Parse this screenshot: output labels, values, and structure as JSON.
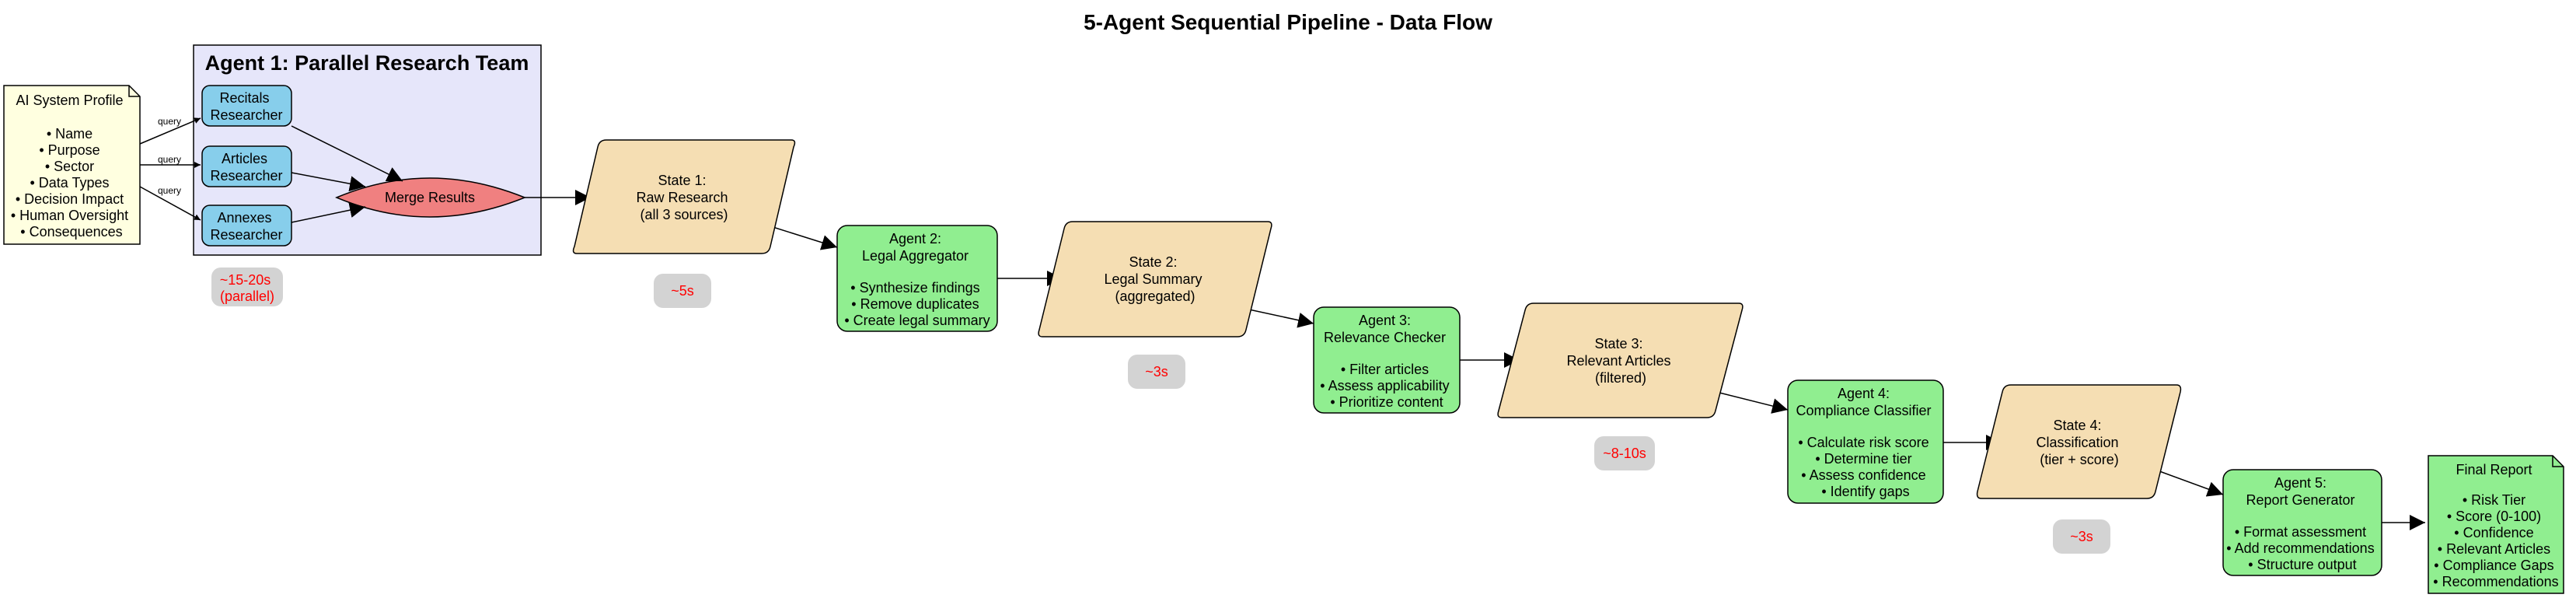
{
  "title": "5-Agent Sequential Pipeline - Data Flow",
  "cluster_title": "Agent 1: Parallel Research Team",
  "input_note": {
    "title": "AI System Profile",
    "items": [
      "• Name",
      "• Purpose",
      "• Sector",
      "• Data Types",
      "• Decision Impact",
      "• Human Oversight",
      "• Consequences"
    ]
  },
  "researchers": [
    {
      "line1": "Recitals",
      "line2": "Researcher"
    },
    {
      "line1": "Articles",
      "line2": "Researcher"
    },
    {
      "line1": "Annexes",
      "line2": "Researcher"
    }
  ],
  "edge_label_query": "query",
  "merge": "Merge Results",
  "states": [
    {
      "line1": "State 1:",
      "line2": "Raw Research",
      "line3": "(all 3 sources)"
    },
    {
      "line1": "State 2:",
      "line2": "Legal Summary",
      "line3": "(aggregated)"
    },
    {
      "line1": "State 3:",
      "line2": "Relevant Articles",
      "line3": "(filtered)"
    },
    {
      "line1": "State 4:",
      "line2": "Classification",
      "line3": "(tier + score)"
    }
  ],
  "agents": [
    {
      "title": "Agent 2:",
      "subtitle": "Legal Aggregator",
      "bullets": [
        "• Synthesize findings",
        "• Remove duplicates",
        "• Create legal summary"
      ]
    },
    {
      "title": "Agent 3:",
      "subtitle": "Relevance Checker",
      "bullets": [
        "• Filter articles",
        "• Assess applicability",
        "• Prioritize content"
      ]
    },
    {
      "title": "Agent 4:",
      "subtitle": "Compliance Classifier",
      "bullets": [
        "• Calculate risk score",
        "• Determine tier",
        "• Assess confidence",
        "• Identify gaps"
      ]
    },
    {
      "title": "Agent 5:",
      "subtitle": "Report Generator",
      "bullets": [
        "• Format assessment",
        "• Add recommendations",
        "• Structure output"
      ]
    }
  ],
  "final_report": {
    "title": "Final Report",
    "items": [
      "• Risk Tier",
      "• Score (0-100)",
      "• Confidence",
      "• Relevant Articles",
      "• Compliance Gaps",
      "• Recommendations"
    ]
  },
  "timings": {
    "parallel_line1": "~15-20s",
    "parallel_line2": "(parallel)",
    "t1": "~5s",
    "t2": "~3s",
    "t3": "~8-10s",
    "t4": "~3s"
  },
  "colors": {
    "note_fill": "#ffffe0",
    "cluster_fill": "#e6e6fa",
    "researcher_fill": "#87ceeb",
    "merge_fill": "#f08080",
    "state_fill": "#f5deb3",
    "agent_fill": "#90ee90",
    "timing_fill": "#d3d3d3",
    "timing_text": "#ff0000"
  }
}
